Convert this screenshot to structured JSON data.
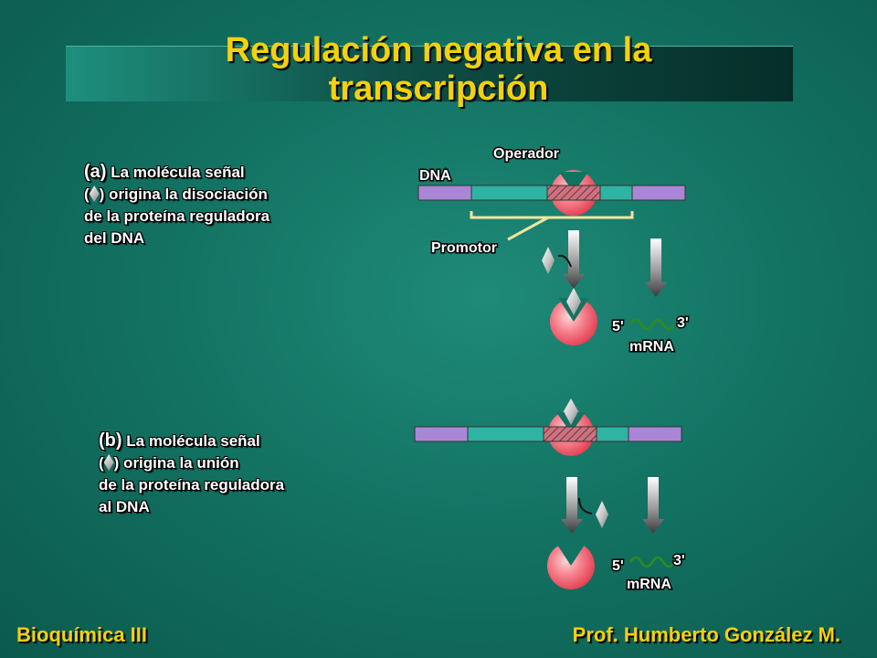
{
  "title": {
    "line1": "Regulación negativa en la",
    "line2": "transcripción"
  },
  "panel_a": {
    "label": "(a)",
    "line1": "La molécula señal",
    "line2_open": "(",
    "line2_rest": ") origina la disociación",
    "line3": "de la proteína reguladora",
    "line4": "del DNA"
  },
  "panel_b": {
    "label": "(b)",
    "line1": "La molécula señal",
    "line2_open": "(",
    "line2_rest": ") origina la unión",
    "line3": "de la proteína reguladora",
    "line4": "al DNA"
  },
  "diagram": {
    "operador": "Operador",
    "dna": "DNA",
    "promotor": "Promotor",
    "five_prime_a": "5'",
    "three_prime_a": "3'",
    "mrna_a": "mRNA",
    "five_prime_b": "5'",
    "three_prime_b": "3'",
    "mrna_b": "mRNA"
  },
  "colors": {
    "title": "#f5d10a",
    "dna_outer": "#a987d6",
    "dna_inner": "#2fb3a3",
    "operator_hatch": "#c76b78",
    "protein": "#f24a5c",
    "mrna": "#2e8b1e"
  },
  "footer": {
    "left": "Bioquímica III",
    "right": "Prof. Humberto González M."
  }
}
